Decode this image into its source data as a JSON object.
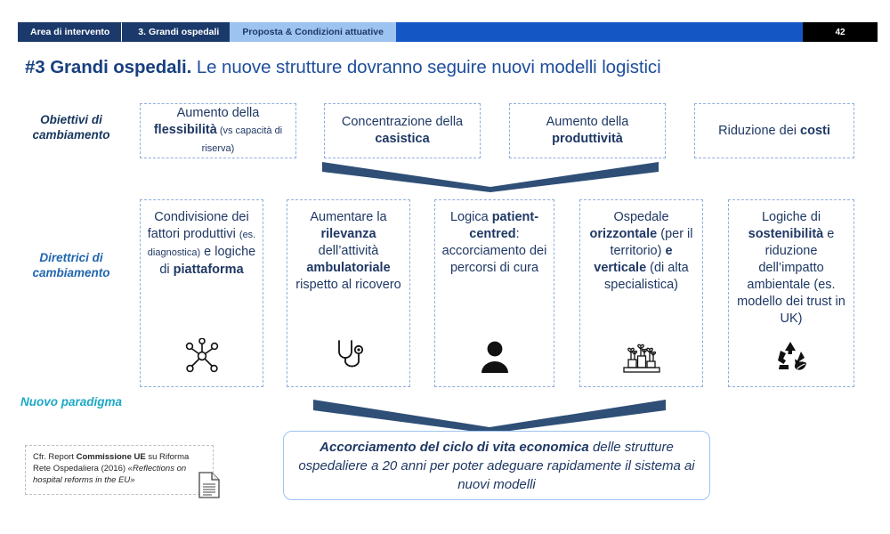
{
  "breadcrumb": {
    "items": [
      {
        "label": "Area di intervento",
        "style": "dark"
      },
      {
        "label": "3. Grandi ospedali",
        "style": "dark"
      },
      {
        "label": "Proposta & Condizioni attuative",
        "style": "light"
      }
    ],
    "page_number": "42",
    "colors": {
      "dark": "#1B3A6B",
      "light": "#9DC3F0",
      "fill": "#1457C4",
      "page_number_bg": "#000000"
    }
  },
  "title": {
    "bold_part": "#3 Grandi ospedali.",
    "rest": " Le nuove strutture dovranno seguire nuovi modelli logistici",
    "color": "#1F4E9C"
  },
  "rows": {
    "objectives": {
      "label": "Obiettivi di cambiamento",
      "label_color": "#17365D",
      "cards": [
        {
          "name": "flessibilita",
          "parts": [
            {
              "text": "Aumento della ",
              "bold": false,
              "small": false
            },
            {
              "text": "flessibilità",
              "bold": true,
              "small": false
            },
            {
              "text": " (vs capacità di riserva)",
              "bold": false,
              "small": true
            }
          ],
          "plain": "Aumento della flessibilità (vs capacità di riserva)"
        },
        {
          "name": "casistica",
          "parts": [
            {
              "text": "Concentrazione della ",
              "bold": false,
              "small": false
            },
            {
              "text": "casistica",
              "bold": true,
              "small": false
            }
          ],
          "plain": "Concentrazione della casistica"
        },
        {
          "name": "produttivita",
          "parts": [
            {
              "text": "Aumento della ",
              "bold": false,
              "small": false
            },
            {
              "text": "produttività",
              "bold": true,
              "small": false
            }
          ],
          "plain": "Aumento della produttività"
        },
        {
          "name": "costi",
          "parts": [
            {
              "text": "Riduzione dei ",
              "bold": false,
              "small": false
            },
            {
              "text": "costi",
              "bold": true,
              "small": false
            }
          ],
          "plain": "Riduzione dei costi"
        }
      ]
    },
    "directives": {
      "label": "Direttrici di cambiamento",
      "label_color": "#2166AE",
      "cards": [
        {
          "name": "condivisione",
          "icon": "network-nodes-icon",
          "parts": [
            {
              "text": "Condivisione dei fattori produttivi ",
              "bold": false,
              "small": false
            },
            {
              "text": "(es. diagnostica)",
              "bold": false,
              "small": true
            },
            {
              "text": " e logiche di ",
              "bold": false,
              "small": false
            },
            {
              "text": "piattaforma",
              "bold": true,
              "small": false
            }
          ],
          "plain": "Condivisione dei fattori produttivi (es. diagnostica) e logiche di piattaforma"
        },
        {
          "name": "ambulatoriale",
          "icon": "stethoscope-icon",
          "parts": [
            {
              "text": "Aumentare la ",
              "bold": false,
              "small": false
            },
            {
              "text": "rilevanza",
              "bold": true,
              "small": false
            },
            {
              "text": " dell’attività ",
              "bold": false,
              "small": false
            },
            {
              "text": "ambulatoriale",
              "bold": true,
              "small": false
            },
            {
              "text": " rispetto al ricovero",
              "bold": false,
              "small": false
            }
          ],
          "plain": "Aumentare la rilevanza dell’attività ambulatoriale rispetto al ricovero"
        },
        {
          "name": "patient-centred",
          "icon": "person-icon",
          "parts": [
            {
              "text": "Logica ",
              "bold": false,
              "small": false
            },
            {
              "text": "patient-centred",
              "bold": true,
              "small": false
            },
            {
              "text": ": accorciamento dei percorsi di cura",
              "bold": false,
              "small": false
            }
          ],
          "plain": "Logica patient-centred: accorciamento dei percorsi di cura"
        },
        {
          "name": "ospedale-orizzontale",
          "icon": "hospital-building-icon",
          "parts": [
            {
              "text": "Ospedale ",
              "bold": false,
              "small": false
            },
            {
              "text": "orizzontale",
              "bold": true,
              "small": false
            },
            {
              "text": " (per il territorio) ",
              "bold": false,
              "small": false
            },
            {
              "text": "e verticale",
              "bold": true,
              "small": false
            },
            {
              "text": " (di alta specialistica)",
              "bold": false,
              "small": false
            }
          ],
          "plain": "Ospedale orizzontale (per il territorio) e verticale (di alta specialistica)"
        },
        {
          "name": "sostenibilita",
          "icon": "recycle-leaf-icon",
          "parts": [
            {
              "text": "Logiche di ",
              "bold": false,
              "small": false
            },
            {
              "text": "sostenibilità",
              "bold": true,
              "small": false
            },
            {
              "text": " e riduzione dell’impatto ambientale (es. modello dei trust in UK)",
              "bold": false,
              "small": false
            }
          ],
          "plain": "Logiche di sostenibilità e riduzione dell’impatto ambientale (es. modello dei trust in UK)"
        }
      ]
    },
    "paradigm": {
      "label": "Nuovo paradigma",
      "label_color": "#1BA9C4",
      "callout": {
        "parts": [
          {
            "text": "Accorciamento del ciclo di vita economica",
            "bold": true
          },
          {
            "text": " delle strutture ospedaliere a 20 anni per poter adeguare rapidamente il sistema ai nuovi modelli",
            "bold": false
          }
        ],
        "plain": "Accorciamento del ciclo di vita economica delle strutture ospedaliere a 20 anni per poter adeguare rapidamente il sistema ai nuovi modelli"
      }
    }
  },
  "citation": {
    "parts": [
      {
        "text": "Cfr. Report ",
        "bold": false,
        "italic": false
      },
      {
        "text": "Commissione UE",
        "bold": true,
        "italic": false
      },
      {
        "text": " su Riforma Rete Ospedaliera (2016) ",
        "bold": false,
        "italic": false
      },
      {
        "text": "«Reflections on hospital reforms in the EU»",
        "bold": false,
        "italic": true
      }
    ],
    "plain": "Cfr. Report Commissione UE su Riforma Rete Ospedaliera (2016) «Reflections on hospital reforms in the EU»",
    "icon": "document-icon"
  },
  "decorations": {
    "chevron_color": "#2F4F76",
    "card_border_color": "#8FAEDC"
  }
}
